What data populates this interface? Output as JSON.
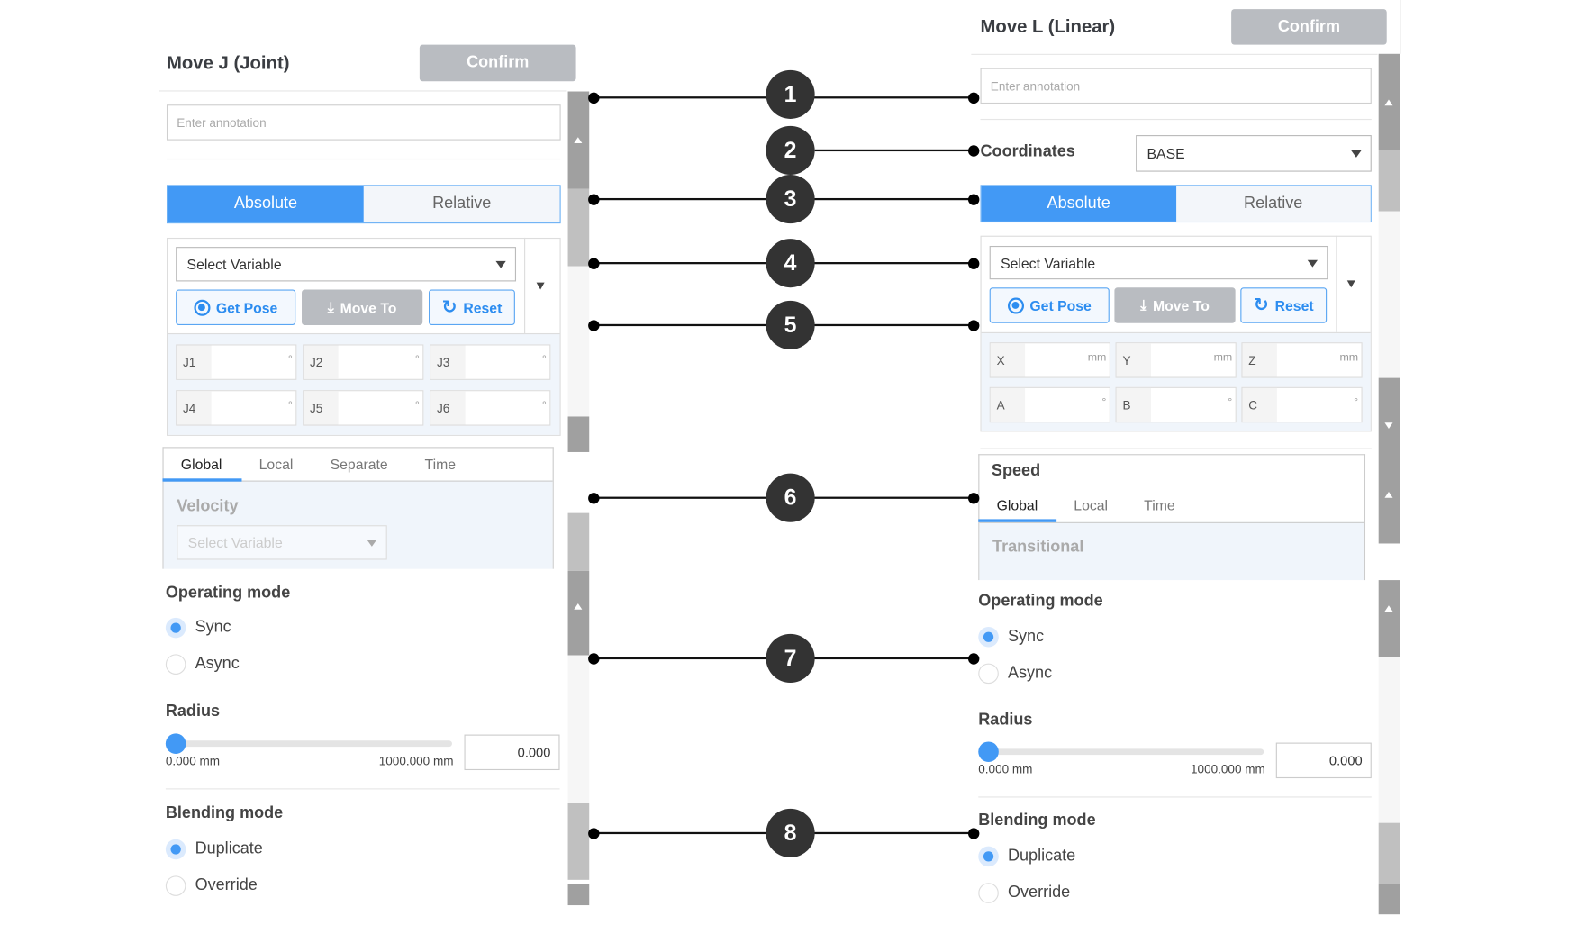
{
  "left": {
    "title": "Move J (Joint)",
    "confirm": "Confirm",
    "annotation_placeholder": "Enter annotation",
    "toggle": [
      "Absolute",
      "Relative"
    ],
    "select_variable": "Select Variable",
    "buttons": {
      "get_pose": "Get Pose",
      "move_to": "Move To",
      "reset": "Reset"
    },
    "fields": [
      {
        "label": "J1",
        "unit": "°"
      },
      {
        "label": "J2",
        "unit": "°"
      },
      {
        "label": "J3",
        "unit": "°"
      },
      {
        "label": "J4",
        "unit": "°"
      },
      {
        "label": "J5",
        "unit": "°"
      },
      {
        "label": "J6",
        "unit": "°"
      }
    ],
    "tabs": [
      "Global",
      "Local",
      "Separate",
      "Time"
    ],
    "active_tab": "Global",
    "velocity_label": "Velocity",
    "velocity_select": "Select Variable",
    "operating_mode": {
      "title": "Operating mode",
      "options": [
        "Sync",
        "Async"
      ],
      "selected": "Sync"
    },
    "radius": {
      "title": "Radius",
      "min_label": "0.000 mm",
      "max_label": "1000.000 mm",
      "value": "0.000",
      "fraction": 0
    },
    "blending_mode": {
      "title": "Blending mode",
      "options": [
        "Duplicate",
        "Override"
      ],
      "selected": "Duplicate"
    }
  },
  "right": {
    "title": "Move L (Linear)",
    "confirm": "Confirm",
    "annotation_placeholder": "Enter annotation",
    "coordinates_label": "Coordinates",
    "coordinates_value": "BASE",
    "toggle": [
      "Absolute",
      "Relative"
    ],
    "select_variable": "Select Variable",
    "buttons": {
      "get_pose": "Get Pose",
      "move_to": "Move To",
      "reset": "Reset"
    },
    "fields": [
      {
        "label": "X",
        "unit": "mm"
      },
      {
        "label": "Y",
        "unit": "mm"
      },
      {
        "label": "Z",
        "unit": "mm"
      },
      {
        "label": "A",
        "unit": "°"
      },
      {
        "label": "B",
        "unit": "°"
      },
      {
        "label": "C",
        "unit": "°"
      }
    ],
    "speed_title": "Speed",
    "tabs": [
      "Global",
      "Local",
      "Time"
    ],
    "active_tab": "Global",
    "transitional_label": "Transitional",
    "operating_mode": {
      "title": "Operating mode",
      "options": [
        "Sync",
        "Async"
      ],
      "selected": "Sync"
    },
    "radius": {
      "title": "Radius",
      "min_label": "0.000 mm",
      "max_label": "1000.000 mm",
      "value": "0.000",
      "fraction": 0
    },
    "blending_mode": {
      "title": "Blending mode",
      "options": [
        "Duplicate",
        "Override"
      ],
      "selected": "Duplicate"
    }
  },
  "callouts": [
    "1",
    "2",
    "3",
    "4",
    "5",
    "6",
    "7",
    "8"
  ],
  "colors": {
    "accent": "#4299f5",
    "disabled_button": "#b9bcc1",
    "callout": "#333333"
  }
}
